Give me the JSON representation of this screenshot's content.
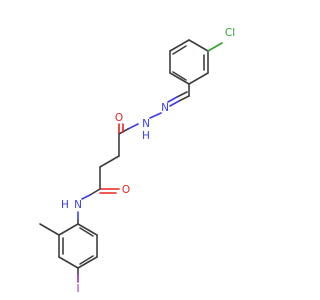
{
  "molecule": {
    "atom_labels": {
      "cl": "Cl",
      "n_imine": "N",
      "n_hydrazide": "N",
      "h_hydrazide": "H",
      "o_top": "O",
      "o_bottom": "O",
      "n_amide": "N",
      "h_amide": "H",
      "iodine": "I"
    },
    "colors": {
      "carbon": "#3d3d3d",
      "nitrogen": "#3c3cf0",
      "oxygen": "#e8231e",
      "chlorine": "#2ea52e",
      "iodine": "#8f2eb3"
    }
  }
}
